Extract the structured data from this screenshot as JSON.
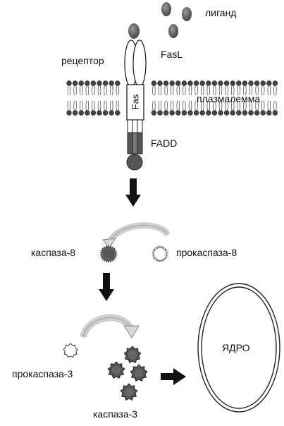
{
  "labels": {
    "ligand": "лиганд",
    "fasl": "FasL",
    "receptor": "рецептор",
    "fas": "Fas",
    "plasmalemma": "плазмалемма",
    "fadd": "FADD",
    "caspase8": "каспаза-8",
    "procaspase8": "прокаспаза-8",
    "procaspase3": "прокаспаза-3",
    "caspase3": "каспаза-3",
    "nucleus": "ЯДРО"
  },
  "colors": {
    "dark_gray": "#555555",
    "mid_gray": "#888888",
    "light_gray": "#cccccc",
    "black": "#111111"
  },
  "icons": {
    "ligand": "ligand-ellipse-icon",
    "arrow": "down-arrow-icon",
    "cycle": "curved-arrow-icon"
  }
}
